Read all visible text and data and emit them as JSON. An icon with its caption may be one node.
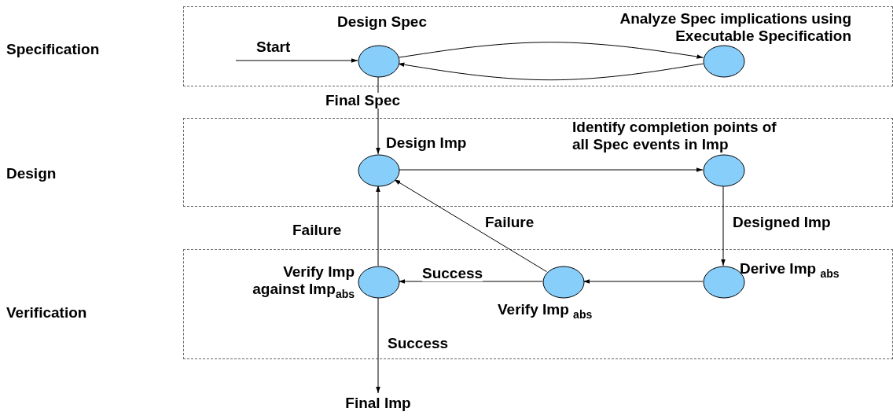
{
  "diagram": {
    "nodes": [
      {
        "text": [],
        "shape": "box"
      },
      {
        "text": [
          "Design Spec"
        ],
        "in": 0
      },
      {
        "text": [
          "Analyze Spec implications using Executable Specification"
        ],
        "in": 0
      },
      {
        "text": [],
        "shape": "box"
      },
      {
        "text": [
          "Design Imp"
        ],
        "in": 3
      },
      {
        "text": [
          "Identify completion points of all Spec events in Imp"
        ],
        "in": 3
      },
      {
        "text": [],
        "shape": "box"
      },
      {
        "text": [
          "Verify Imp against Imp$_{abs}$"
        ],
        "in": 6
      },
      {
        "text": [
          "Verify Imp $_{abs}$"
        ],
        "in": 6
      },
      {
        "text": [
          "Derive Imp $_{abs}$"
        ],
        "in": 6
      },
      {
        "text": [
          "Final Imp"
        ]
      }
    ],
    "edges": [
      {
        "from": null,
        "to": 1,
        "arrow": "to",
        "label": "Start"
      },
      {
        "from": 1,
        "to": 2,
        "arrow": "to"
      },
      {
        "from": 2,
        "to": 1,
        "arrow": "to"
      },
      {
        "from": 1,
        "to": 4,
        "arrow": "to",
        "label": "Final Spec"
      },
      {
        "from": 4,
        "to": 5,
        "arrow": "to"
      },
      {
        "from": 5,
        "to": 9,
        "arrow": "to",
        "label": "Designed Imp"
      },
      {
        "from": 9,
        "to": 8,
        "arrow": "to"
      },
      {
        "from": 8,
        "to": 7,
        "arrow": "to",
        "label": "Success"
      },
      {
        "from": 8,
        "to": 4,
        "arrow": "to",
        "label": "Failure"
      },
      {
        "from": 7,
        "to": 4,
        "arrow": "to",
        "label": "Failure"
      },
      {
        "from": 7,
        "to": 10,
        "arrow": "to",
        "label": "Success"
      }
    ],
    "labels": [
      "Specification",
      "Design",
      "Verification"
    ]
  }
}
